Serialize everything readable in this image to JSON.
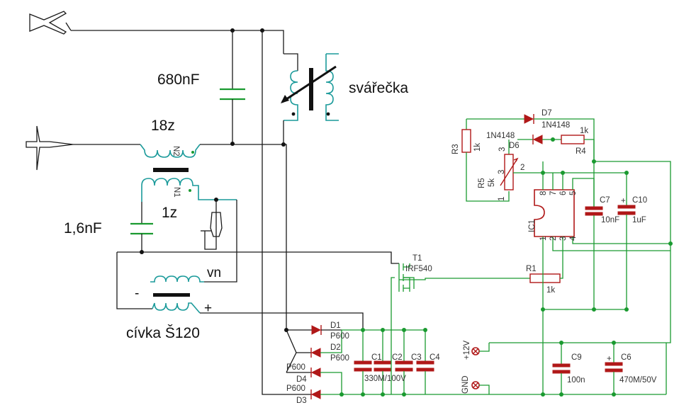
{
  "labels": {
    "cap_680": "680nF",
    "coil_18z": "18z",
    "coil_1z": "1z",
    "cap_16": "1,6nF",
    "svarecka": "svářečka",
    "vn": "vn",
    "minus": "-",
    "plus": "+",
    "civka": "cívka Š120",
    "n2": "N2",
    "n1": "N1"
  },
  "parts": {
    "d7": "D7",
    "d7_val": "1N4148",
    "d6": "D6",
    "d6_val": "1N4148",
    "r3": "R3",
    "r3_val": "1k",
    "r4": "R4",
    "r4_val": "1k",
    "r5": "R5",
    "r5_val": "5k",
    "pin1": "1",
    "pin2": "2",
    "pin3": "3",
    "c7": "C7",
    "c7_val": "10nF",
    "c10": "C10",
    "c10_val": "1uF",
    "ic1": "IC1",
    "p8": "8",
    "p7": "7",
    "p6": "6",
    "p5": "5",
    "p1": "1",
    "p2": "2",
    "p3": "3",
    "p4": "4",
    "t1": "T1",
    "t1_val": "IRF540",
    "r1": "R1",
    "r1_val": "1k",
    "d1": "D1",
    "d1_val": "P600",
    "d2": "D2",
    "d2_val": "P600",
    "d4": "D4",
    "d4_val": "P600",
    "d3": "D3",
    "d3_val": "P600",
    "c1": "C1",
    "c2": "C2",
    "c3": "C3",
    "c4": "C4",
    "c_bank_val": "330M/100V",
    "v12": "+12V",
    "gnd": "GND",
    "c9": "C9",
    "c9_val": "100n",
    "c6": "C6",
    "c6_val": "470M/50V"
  }
}
